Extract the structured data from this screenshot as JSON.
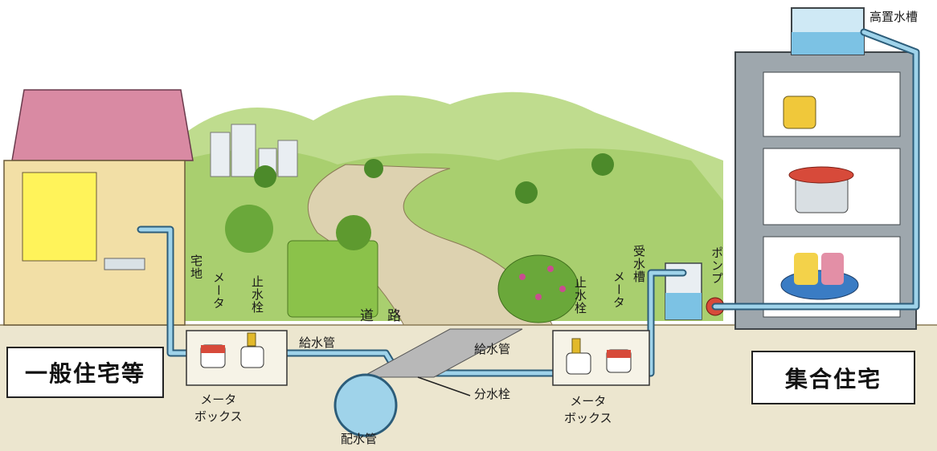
{
  "labels": {
    "ippan_jutaku": "一般住宅等",
    "shugo_jutaku": "集合住宅",
    "kochi_suiso": "高置水槽",
    "takuchi": "宅地",
    "meter_left": "メータ",
    "shisuisen_left": "止水栓",
    "doro": "道　路",
    "kyusuikan_left": "給水管",
    "kyusuikan_right": "給水管",
    "meter_box_left": "メータ\nボックス",
    "haisuikan": "配水管",
    "bunsuisen": "分水栓",
    "meter_box_right": "メータ\nボックス",
    "shisuisen_right": "止水栓",
    "meter_right": "メータ",
    "jusuiso": "受水槽",
    "pump": "ポンプ"
  },
  "colors": {
    "pipe": "#9fd3ea",
    "pipe_outline": "#2c5d7a",
    "ground": "#ece6cf",
    "grass": "#a9cf6f",
    "sky": "#ffffff",
    "roof": "#d98aa3",
    "building": "#8e979c"
  }
}
